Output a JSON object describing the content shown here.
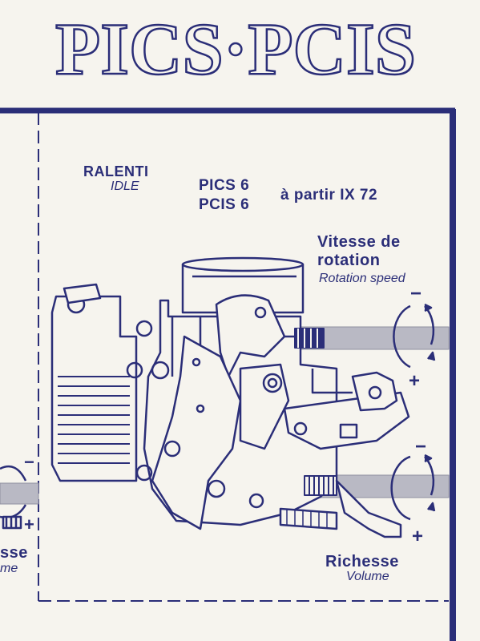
{
  "header": {
    "title": "PICS·PCIS"
  },
  "idle": {
    "label_fr": "RALENTI",
    "label_en": "IDLE"
  },
  "model": {
    "line1": "PICS 6",
    "line2": "PCIS 6",
    "from": "à partir IX 72"
  },
  "rotation": {
    "line1": "Vitesse de",
    "line2": "rotation",
    "label_en": "Rotation speed"
  },
  "volume": {
    "label_fr": "Richesse",
    "label_en": "Volume"
  },
  "left_panel": {
    "label_fr": "sse",
    "label_en": "me"
  },
  "symbols": {
    "minus": "−",
    "plus": "+"
  },
  "colors": {
    "ink": "#2b2e78",
    "paper": "#f6f4ee",
    "screw": "#b9b9c4"
  }
}
